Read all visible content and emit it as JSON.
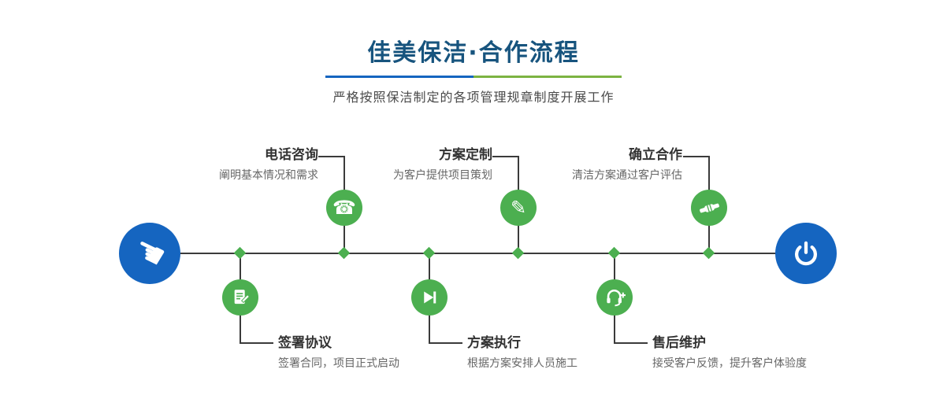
{
  "header": {
    "title": "佳美保洁·合作流程",
    "subtitle": "严格按照保洁制定的各项管理规章制度开展工作"
  },
  "flow": {
    "start": {
      "icon": "pointing-hand-icon",
      "glyph": "☚"
    },
    "end": {
      "icon": "power-icon"
    },
    "top_steps": [
      {
        "title": "电话咨询",
        "desc": "阐明基本情况和需求",
        "icon": "phone-icon",
        "glyph": "☎"
      },
      {
        "title": "方案定制",
        "desc": "为客户提供项目策划",
        "icon": "pencil-icon",
        "glyph": "✎"
      },
      {
        "title": "确立合作",
        "desc": "清洁方案通过客户评估",
        "icon": "handshake-icon"
      }
    ],
    "bottom_steps": [
      {
        "title": "签署协议",
        "desc": "签署合同，项目正式启动",
        "icon": "contract-icon"
      },
      {
        "title": "方案执行",
        "desc": "根据方案安排人员施工",
        "icon": "play-next-icon"
      },
      {
        "title": "售后维护",
        "desc": "接受客户反馈，提升客户体验度",
        "icon": "headset-icon"
      }
    ]
  },
  "colors": {
    "title_blue": "#17547e",
    "accent_blue": "#1565c0",
    "accent_green": "#4caf50",
    "divider_green": "#7cb342",
    "line_dark": "#3b3b3b"
  }
}
